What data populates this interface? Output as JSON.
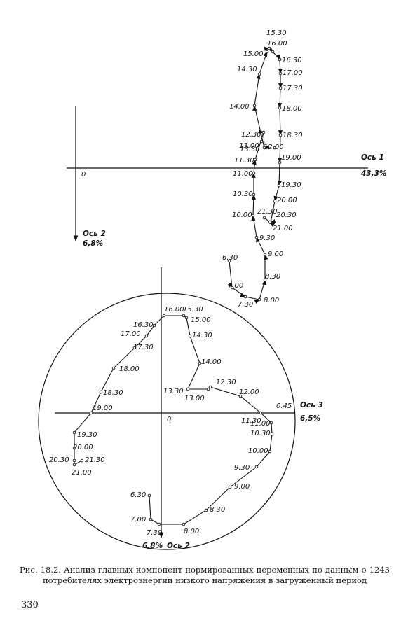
{
  "top_diagram": {
    "axis1_label": "Ось 1",
    "axis1_pct": "43,3%",
    "axis2_label": "Ось 2",
    "axis2_pct": "6,8%",
    "origin": "0",
    "points": [
      {
        "t": "6.30"
      },
      {
        "t": "7.00"
      },
      {
        "t": "7.30"
      },
      {
        "t": "8.00"
      },
      {
        "t": "8.30"
      },
      {
        "t": "9.00"
      },
      {
        "t": "9.30"
      },
      {
        "t": "10.00"
      },
      {
        "t": "10.30"
      },
      {
        "t": "11.00"
      },
      {
        "t": "11.30"
      },
      {
        "t": "12.00"
      },
      {
        "t": "12.30"
      },
      {
        "t": "13.00"
      },
      {
        "t": "13.30"
      },
      {
        "t": "14.00"
      },
      {
        "t": "14.30"
      },
      {
        "t": "15.00"
      },
      {
        "t": "15.30"
      },
      {
        "t": "16.00"
      },
      {
        "t": "16.30"
      },
      {
        "t": "17.00"
      },
      {
        "t": "17.30"
      },
      {
        "t": "18.00"
      },
      {
        "t": "18.30"
      },
      {
        "t": "19.00"
      },
      {
        "t": "19.30"
      },
      {
        "t": "20.00"
      },
      {
        "t": "20.30"
      },
      {
        "t": "21.00"
      },
      {
        "t": "21.30"
      }
    ]
  },
  "bottom_diagram": {
    "axis3_label": "Ось 3",
    "axis3_pct": "6,5%",
    "axis2_label": "Ось 2",
    "axis2_pct": "6,8%",
    "origin": "0",
    "marker": "0.45",
    "points": [
      {
        "t": "6.30"
      },
      {
        "t": "7.00"
      },
      {
        "t": "7.30"
      },
      {
        "t": "8.00"
      },
      {
        "t": "8.30"
      },
      {
        "t": "9.00"
      },
      {
        "t": "9.30"
      },
      {
        "t": "10.00"
      },
      {
        "t": "10.30"
      },
      {
        "t": "11.00"
      },
      {
        "t": "11.30"
      },
      {
        "t": "12.00"
      },
      {
        "t": "12.30"
      },
      {
        "t": "13.00"
      },
      {
        "t": "13.30"
      },
      {
        "t": "14.00"
      },
      {
        "t": "14.30"
      },
      {
        "t": "15.00"
      },
      {
        "t": "15.30"
      },
      {
        "t": "16.00"
      },
      {
        "t": "16.30"
      },
      {
        "t": "17.00"
      },
      {
        "t": "17.30"
      },
      {
        "t": "18.00"
      },
      {
        "t": "18.30"
      },
      {
        "t": "19.00"
      },
      {
        "t": "19.30"
      },
      {
        "t": "20.00"
      },
      {
        "t": "20.30"
      },
      {
        "t": "21.00"
      },
      {
        "t": "21.30"
      }
    ]
  },
  "caption": "Рис. 18.2. Анализ главных компонент нормированных переменных по данным о 1243 потребителях электроэнергии низкого напряжения в загруженный период",
  "page_number": "330"
}
